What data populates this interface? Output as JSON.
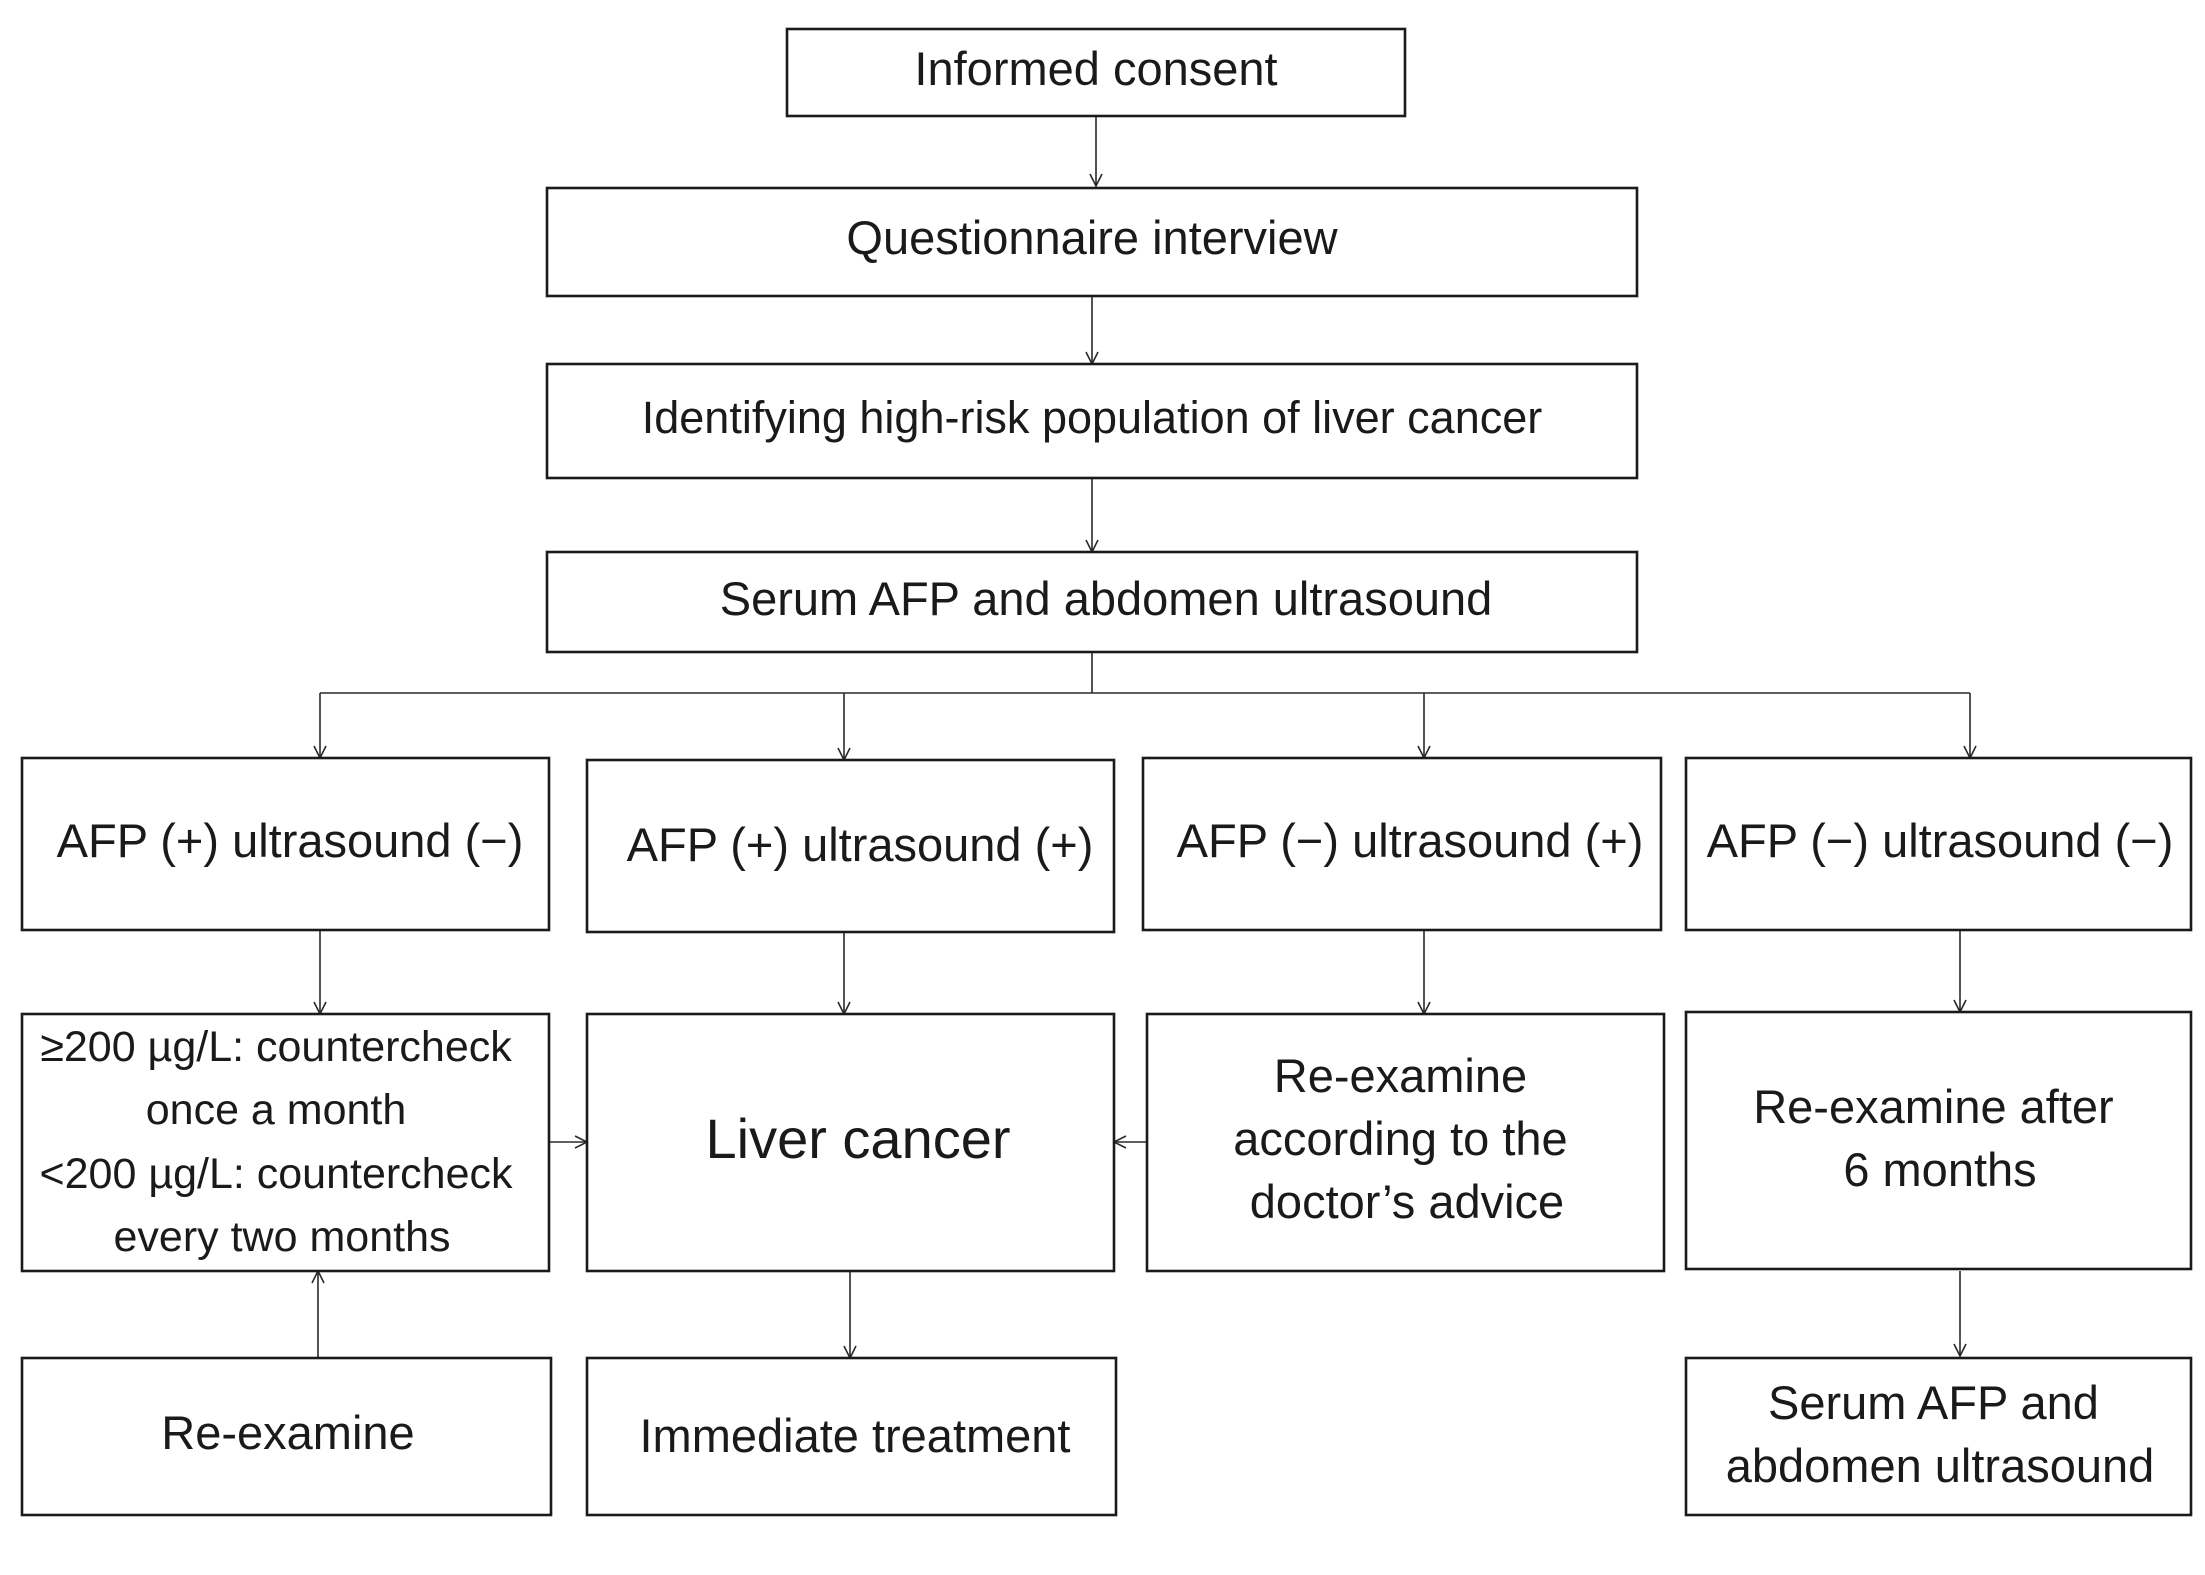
{
  "nodes": {
    "informed_consent": {
      "lines": [
        "Informed consent"
      ]
    },
    "questionnaire": {
      "lines": [
        "Questionnaire interview"
      ]
    },
    "high_risk": {
      "lines": [
        "Identifying high-risk population of liver cancer"
      ]
    },
    "screening": {
      "lines": [
        "Serum AFP and abdomen ultrasound"
      ]
    },
    "afp_pos_us_neg": {
      "lines": [
        "AFP (+) ultrasound (−)"
      ]
    },
    "afp_pos_us_pos": {
      "lines": [
        "AFP (+) ultrasound (+)"
      ]
    },
    "afp_neg_us_pos": {
      "lines": [
        "AFP (−) ultrasound (+)"
      ]
    },
    "afp_neg_us_neg": {
      "lines": [
        "AFP (−) ultrasound (−)"
      ]
    },
    "countercheck": {
      "lines": [
        "≥200 µg/L: countercheck",
        "once a month",
        "<200 µg/L: countercheck",
        "every two months"
      ]
    },
    "liver_cancer": {
      "lines": [
        "Liver cancer"
      ]
    },
    "doctor_advice": {
      "lines": [
        "Re-examine",
        "according to the",
        "doctor’s advice"
      ]
    },
    "reexamine_6m": {
      "lines": [
        "Re-examine after",
        "6 months"
      ]
    },
    "reexamine": {
      "lines": [
        "Re-examine"
      ]
    },
    "treatment": {
      "lines": [
        "Immediate treatment"
      ]
    },
    "screening_repeat": {
      "lines": [
        "Serum AFP and",
        "abdomen ultrasound"
      ]
    }
  }
}
